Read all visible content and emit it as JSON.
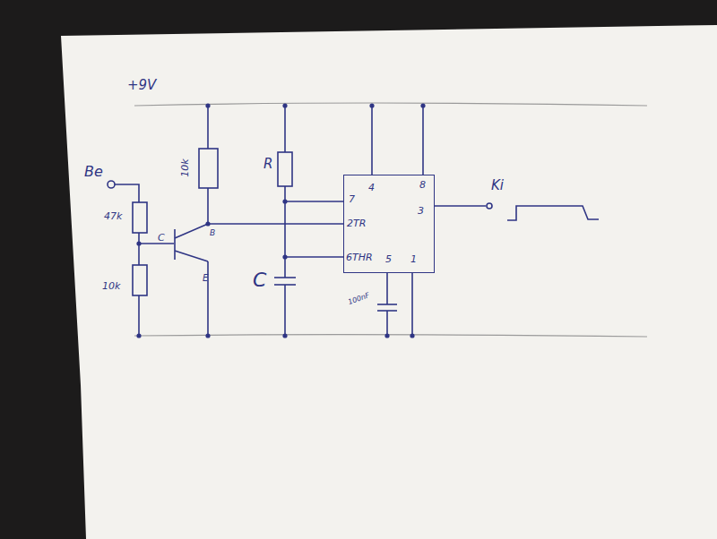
{
  "diagram": {
    "nodes": [
      {
        "text": [
          "4",
          "8",
          "7",
          "2TR",
          "3",
          "6THR",
          "5",
          "1"
        ]
      }
    ],
    "labels": [
      "+9V",
      "Be",
      "47k",
      "10k",
      "C",
      "B",
      "E",
      "10k",
      "R",
      "C",
      "100nF",
      "Ki"
    ]
  }
}
